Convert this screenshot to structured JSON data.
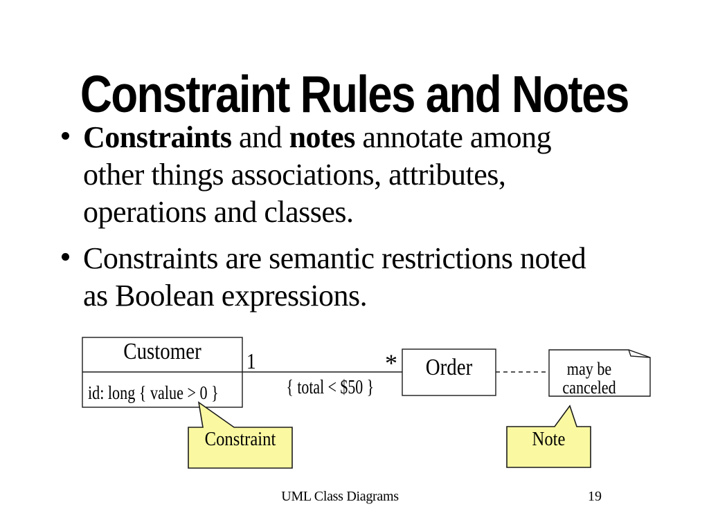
{
  "slide": {
    "title": "Constraint Rules and Notes",
    "bullets": {
      "b1": {
        "seg_bold1": "Constraints",
        "seg_mid": " and ",
        "seg_bold2": "notes",
        "seg_rest": " annotate among",
        "line2": "other things associations, attributes,",
        "line3": "operations and classes."
      },
      "b2": {
        "line1": "Constraints are semantic restrictions noted",
        "line2": "as Boolean expressions."
      }
    },
    "footer": {
      "left": "UML Class Diagrams",
      "page": "19"
    }
  },
  "diagram": {
    "customer": {
      "name": "Customer",
      "attribute": "id: long { value > 0 }"
    },
    "association": {
      "mult_customer": "1",
      "mult_order": "*",
      "constraint": "{ total < $50 }"
    },
    "order": {
      "name": "Order"
    },
    "note": {
      "line1": "may be",
      "line2": "canceled"
    },
    "callouts": {
      "constraint": "Constraint",
      "note": "Note"
    },
    "colors": {
      "box_fill": "#FFFFFF",
      "callout_fill": "#FAF9A1",
      "line": "#1A1A1A"
    }
  }
}
